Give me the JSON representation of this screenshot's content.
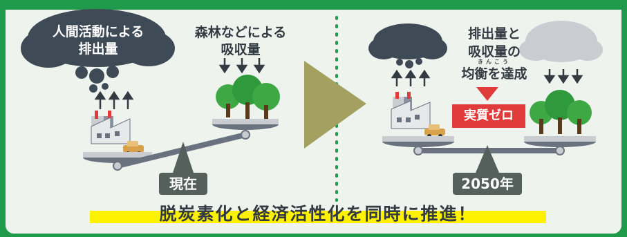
{
  "left_scene": {
    "emission_label_line1": "人間活動による",
    "emission_label_line2": "排出量",
    "absorption_label_line1": "森林などによる",
    "absorption_label_line2": "吸収量",
    "status_badge": "現在"
  },
  "right_scene": {
    "balance_label_line1": "排出量と",
    "balance_label_line2": "吸収量の",
    "balance_label_line3": "均衡を達成",
    "ruby": "きんこう",
    "result_label": "実質ゼロ",
    "year_badge": "2050年"
  },
  "slogan": "脱炭素化と経済活性化を同時に推進！",
  "colors": {
    "frame_green": "#1f9a4b",
    "cloud_dark": "#3f4a57",
    "cloud_light": "#c9cdd2",
    "tree_green": "#3ea845",
    "arrow_olive": "#a3a060",
    "zero_red": "#e03a3a",
    "highlight_yellow": "#fff200"
  }
}
